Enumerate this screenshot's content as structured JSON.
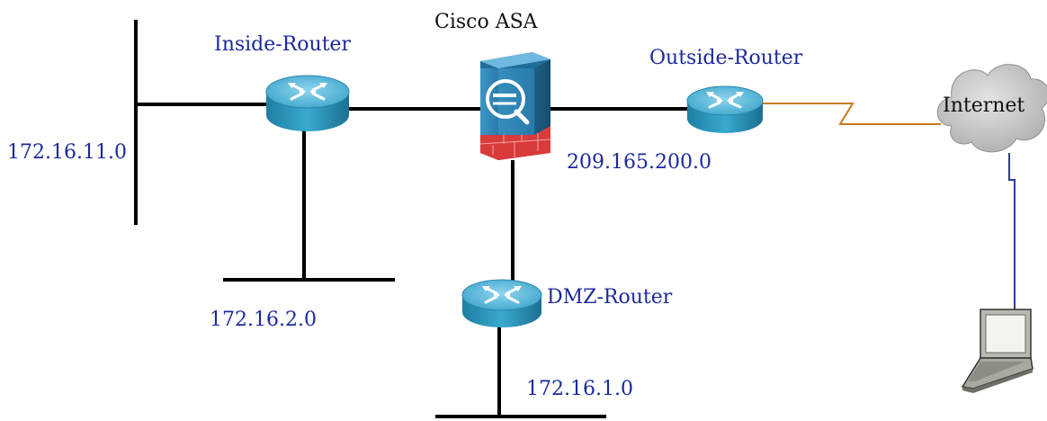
{
  "diagram": {
    "devices": {
      "asa": "Cisco ASA",
      "inside_router": "Inside-Router",
      "outside_router": "Outside-Router",
      "dmz_router": "DMZ-Router",
      "internet": "Internet"
    },
    "networks": {
      "inside_lan": "172.16.11.0",
      "inside_sub": "172.16.2.0",
      "dmz_lan": "172.16.1.0",
      "outside_lan": "209.165.200.0"
    },
    "colors": {
      "label_blue": "#1b2a9c",
      "router_body": "#2e9bc2",
      "router_top": "#52b7dc",
      "firewall_red": "#d93a3a",
      "cloud": "#c6c8ca",
      "serial_link": "#c87a1e",
      "internet_link": "#2c3b9a"
    },
    "icons": [
      "router-icon",
      "firewall-icon",
      "cloud-icon",
      "laptop-icon"
    ]
  }
}
